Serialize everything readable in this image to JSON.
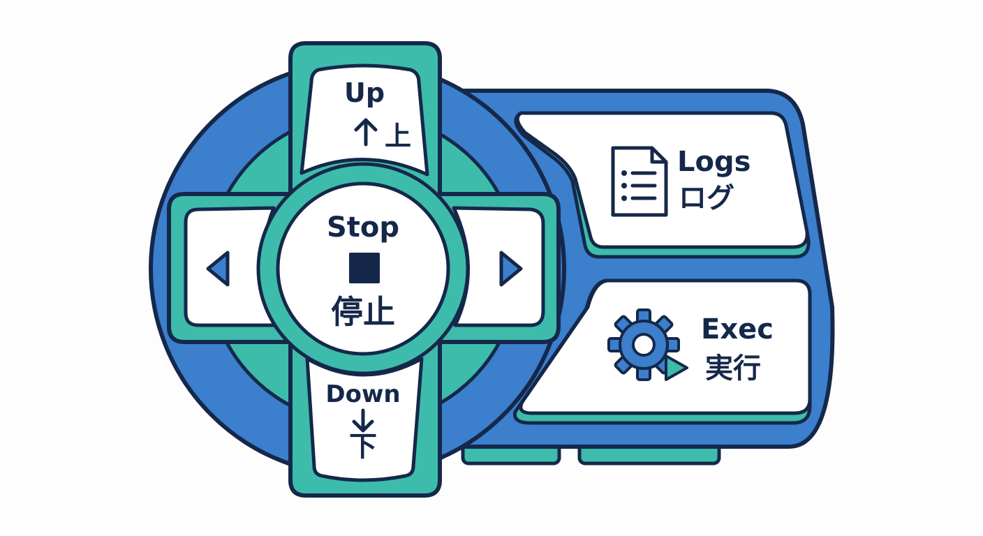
{
  "colors": {
    "outline": "#15284a",
    "body_blue": "#3b7fcd",
    "teal": "#3dbcab",
    "key_face": "#ffffff",
    "background": "#fdfdfd"
  },
  "dpad": {
    "up": {
      "label": "Up",
      "sub_label": "上",
      "icon": "arrow-up-icon"
    },
    "down": {
      "label": "Down",
      "sub_label": "下",
      "icon": "arrow-down-icon"
    },
    "left": {
      "icon": "triangle-left-icon"
    },
    "right": {
      "icon": "triangle-right-icon"
    },
    "center": {
      "label": "Stop",
      "sub_label": "停止",
      "icon": "stop-square-icon"
    }
  },
  "panel": {
    "logs": {
      "label": "Logs",
      "sub_label": "ログ",
      "icon": "document-list-icon"
    },
    "exec": {
      "label": "Exec",
      "sub_label": "実行",
      "icon": "gear-play-icon"
    }
  }
}
